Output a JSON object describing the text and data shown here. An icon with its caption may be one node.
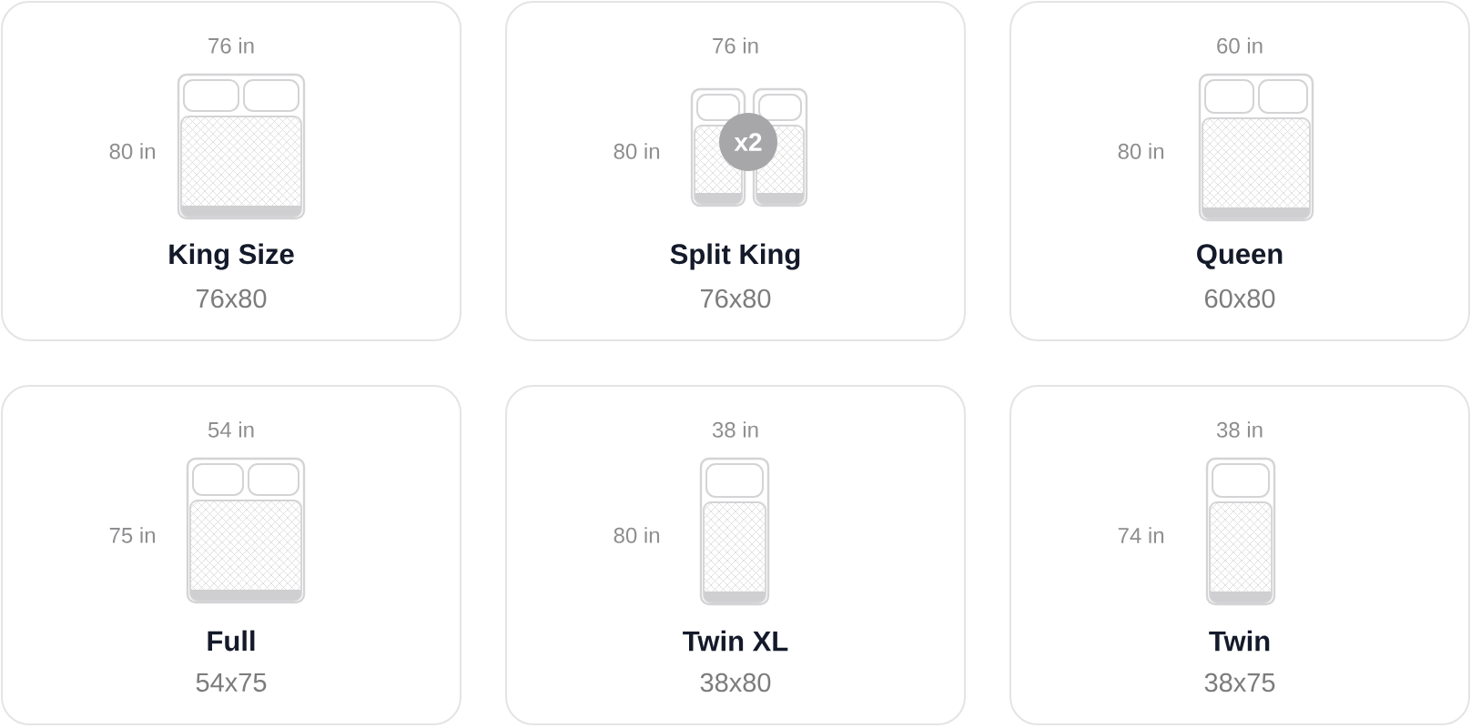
{
  "diagram": {
    "nodes": [
      {
        "text": [
          "76 in",
          "80 in",
          "King Size",
          "76x80"
        ]
      },
      {
        "text": [
          "76 in",
          "80 in",
          "Split King",
          "76x80"
        ]
      },
      {
        "text": [
          "x2"
        ],
        "in": 1
      },
      {
        "text": [
          "60 in",
          "80 in",
          "Queen",
          "60x80"
        ]
      },
      {
        "text": [
          "54 in",
          "75 in",
          "Full",
          "54x75"
        ]
      },
      {
        "text": [
          "38 in",
          "80 in",
          "Twin XL",
          "38x80"
        ]
      },
      {
        "text": [
          "38 in",
          "74 in",
          "Twin",
          "38x75"
        ]
      }
    ]
  }
}
